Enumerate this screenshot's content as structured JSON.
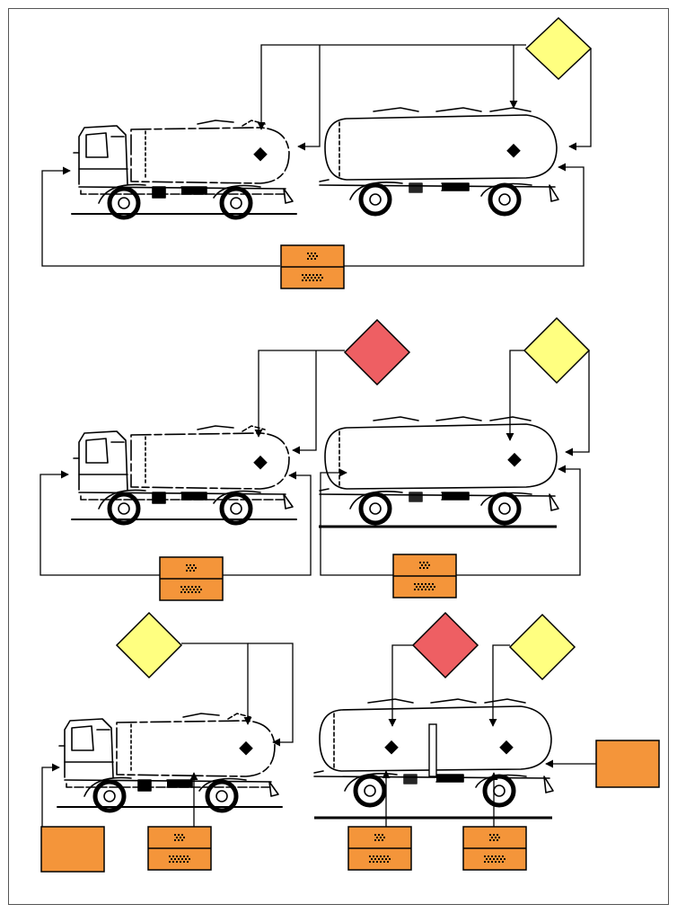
{
  "colors": {
    "page_border": "#555555",
    "line": "#000000",
    "diamond_yellow": "#ffff80",
    "diamond_red": "#ee5f63",
    "placard_orange": "#f4953a",
    "vehicle": "#000000"
  },
  "icons": {
    "diamond": "hazard-diamond-icon",
    "plate": "orange-plate-icon",
    "arrow": "arrow-icon",
    "vehicle": "tanker-truck-icon"
  },
  "placard_glyphs": {
    "upper": "⁂",
    "lower": "⁂⁂"
  },
  "scenarios": [
    {
      "label": "truck-and-trailer-single-plate"
    },
    {
      "label": "truck-and-trailer-separate-plates"
    },
    {
      "label": "multi-compartment-plates"
    }
  ]
}
